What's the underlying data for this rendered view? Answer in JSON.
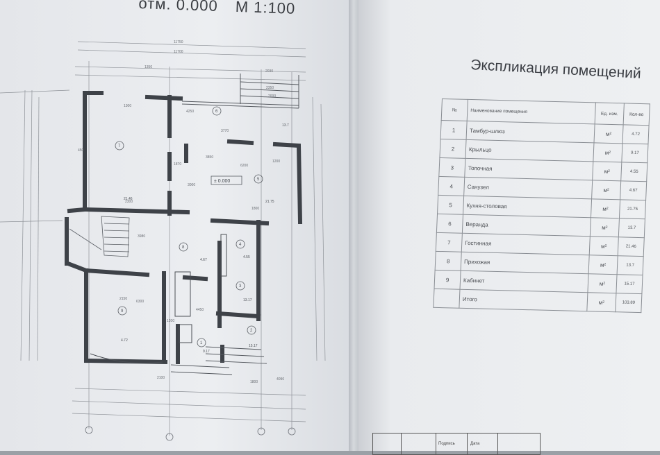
{
  "plan": {
    "title_level": "отм. 0.000",
    "title_scale": "М 1:100",
    "floor_mark": "± 0.000",
    "room_numbers": [
      "7",
      "6",
      "5",
      "8",
      "4",
      "3",
      "2",
      "1",
      "9"
    ],
    "room_areas": [
      "21.46",
      "21.75",
      "13.7",
      "4.67",
      "4.55",
      "13.17",
      "15.17",
      "9.17",
      "4.72"
    ],
    "dimensions": [
      "11750",
      "11700",
      "1350",
      "1300",
      "2030",
      "2000",
      "2350",
      "2300",
      "3770",
      "6200",
      "3850",
      "1200",
      "1870",
      "1800",
      "4250",
      "450",
      "3980",
      "2150",
      "6300",
      "4450",
      "1800",
      "4090",
      "2100",
      "1200",
      "3000"
    ]
  },
  "explication": {
    "title": "Экспликация помещений",
    "headers": {
      "no": "№",
      "name": "Наименование помещения",
      "unit": "Ед. изм.",
      "qty": "Кол-во"
    },
    "rows": [
      {
        "no": "1",
        "name": "Тамбур-шлюз",
        "unit": "м²",
        "qty": "4.72"
      },
      {
        "no": "2",
        "name": "Крыльцо",
        "unit": "м²",
        "qty": "9.17"
      },
      {
        "no": "3",
        "name": "Топочная",
        "unit": "м²",
        "qty": "4.55"
      },
      {
        "no": "4",
        "name": "Санузел",
        "unit": "м²",
        "qty": "4.67"
      },
      {
        "no": "5",
        "name": "Кухня-столовая",
        "unit": "м²",
        "qty": "21.75"
      },
      {
        "no": "6",
        "name": "Веранда",
        "unit": "м²",
        "qty": "13.7"
      },
      {
        "no": "7",
        "name": "Гостинная",
        "unit": "м²",
        "qty": "21.46"
      },
      {
        "no": "8",
        "name": "Прихожая",
        "unit": "м²",
        "qty": "13.7"
      },
      {
        "no": "9",
        "name": "Кабинет",
        "unit": "м²",
        "qty": "15.17"
      },
      {
        "no": "",
        "name": "Итого",
        "unit": "м²",
        "qty": "103.89"
      }
    ]
  },
  "stamp": {
    "sign": "Подпись",
    "date": "Дата"
  }
}
